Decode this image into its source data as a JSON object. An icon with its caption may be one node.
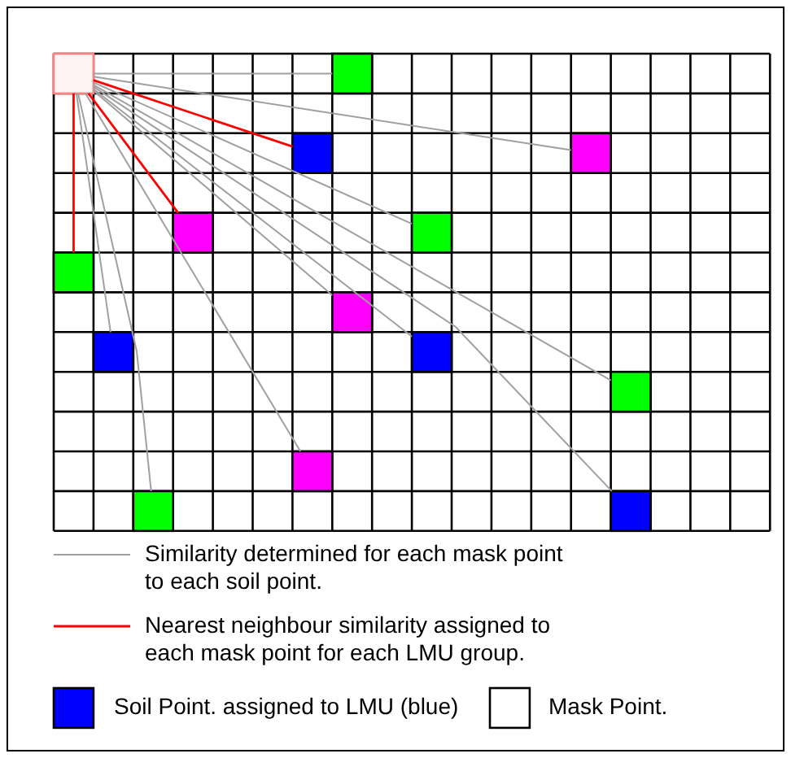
{
  "diagram": {
    "nodes": [
      {
        "text": [],
        "shape": "box"
      },
      {
        "text": [],
        "shape": "box"
      },
      {
        "text": [],
        "shape": "box"
      },
      {
        "text": [],
        "shape": "box"
      },
      {
        "text": [],
        "shape": "box"
      },
      {
        "text": [],
        "shape": "box"
      },
      {
        "text": [],
        "shape": "box"
      },
      {
        "text": [],
        "shape": "box"
      },
      {
        "text": [],
        "shape": "box"
      },
      {
        "text": [],
        "shape": "box"
      },
      {
        "text": [],
        "shape": "box"
      },
      {
        "text": [],
        "shape": "box"
      },
      {
        "text": [],
        "shape": "box"
      },
      {
        "text": [],
        "shape": "box"
      }
    ],
    "edges": [
      {
        "from": 0,
        "to": 1,
        "arrow": "none"
      },
      {
        "from": 0,
        "to": 2,
        "arrow": "none",
        "color": "#ff0000"
      },
      {
        "from": 0,
        "to": 3,
        "arrow": "none"
      },
      {
        "from": 0,
        "to": 4,
        "arrow": "none",
        "color": "#ff0000"
      },
      {
        "from": 0,
        "to": 5,
        "arrow": "none"
      },
      {
        "from": 0,
        "to": 6,
        "arrow": "none",
        "color": "#ff0000"
      },
      {
        "from": 0,
        "to": 7,
        "arrow": "none"
      },
      {
        "from": 0,
        "to": 8,
        "arrow": "none"
      },
      {
        "from": 0,
        "to": 9,
        "arrow": "none"
      },
      {
        "from": 0,
        "to": 10,
        "arrow": "none"
      },
      {
        "from": 0,
        "to": 11,
        "arrow": "none"
      },
      {
        "from": 0,
        "to": 12,
        "arrow": "none"
      },
      {
        "from": 0,
        "to": 13,
        "arrow": "none"
      }
    ],
    "legend": [
      {
        "text": "Similarity determined for each mask point to each soil point."
      },
      {
        "text": "Nearest neighbour similarity assigned to each mask point for each LMU group."
      },
      {
        "text": "Soil Point. assigned to LMU (blue)",
        "color": "#0000ff"
      },
      {
        "text": "Mask Point.",
        "color": "#ffffff"
      }
    ]
  }
}
